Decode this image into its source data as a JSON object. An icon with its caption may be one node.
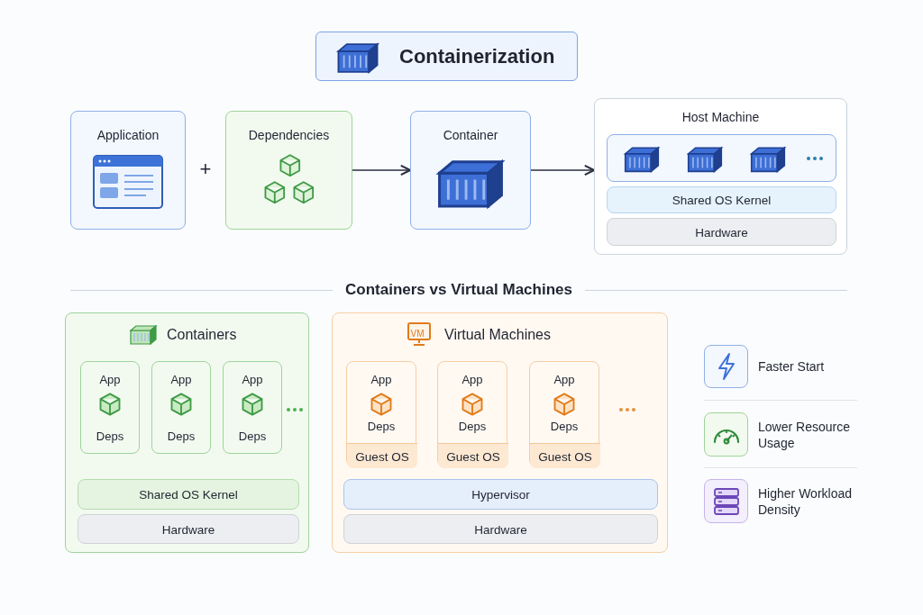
{
  "diagram": {
    "title": "Containerization",
    "nodes": [
      {
        "text": [
          "Application"
        ]
      },
      {
        "text": [
          "Dependencies"
        ]
      },
      {
        "text": [
          "Container"
        ]
      },
      {
        "text": [
          "Host Machine"
        ]
      },
      {
        "text": [],
        "shape": "box",
        "in": 3
      },
      {
        "text": [
          "Shared OS Kernel"
        ],
        "in": 3
      },
      {
        "text": [
          "Hardware"
        ],
        "in": 3
      },
      {
        "text": [
          "Containers"
        ]
      },
      {
        "text": [
          "App",
          "Deps"
        ],
        "in": 7
      },
      {
        "text": [
          "App",
          "Deps"
        ],
        "in": 7
      },
      {
        "text": [
          "App",
          "Deps"
        ],
        "in": 7
      },
      {
        "text": [
          "Shared OS Kernel"
        ],
        "in": 7
      },
      {
        "text": [
          "Hardware"
        ],
        "in": 7
      },
      {
        "text": [
          "Virtual Machines"
        ]
      },
      {
        "text": [
          "App",
          "Deps"
        ],
        "in": 13
      },
      {
        "text": [
          "Guest OS"
        ],
        "in": 14
      },
      {
        "text": [
          "App",
          "Deps"
        ],
        "in": 13
      },
      {
        "text": [
          "Guest OS"
        ],
        "in": 16
      },
      {
        "text": [
          "App",
          "Deps"
        ],
        "in": 13
      },
      {
        "text": [
          "Guest OS"
        ],
        "in": 18
      },
      {
        "text": [
          "Hypervisor"
        ],
        "in": 13
      },
      {
        "text": [
          "Hardware"
        ],
        "in": 13
      },
      {
        "text": [],
        "shape": "box",
        "beside": [
          "Faster Start"
        ]
      },
      {
        "text": [],
        "shape": "box",
        "beside": [
          "Lower Resource Usage"
        ]
      },
      {
        "text": [],
        "shape": "box",
        "beside": [
          "Higher Workload Density"
        ]
      }
    ],
    "edges": [
      {
        "from": 1,
        "to": 2,
        "arrow": "to"
      },
      {
        "from": 2,
        "to": 3,
        "arrow": "to"
      }
    ],
    "labels": [
      "+",
      "Containers vs Virtual Machines",
      "VM"
    ]
  }
}
